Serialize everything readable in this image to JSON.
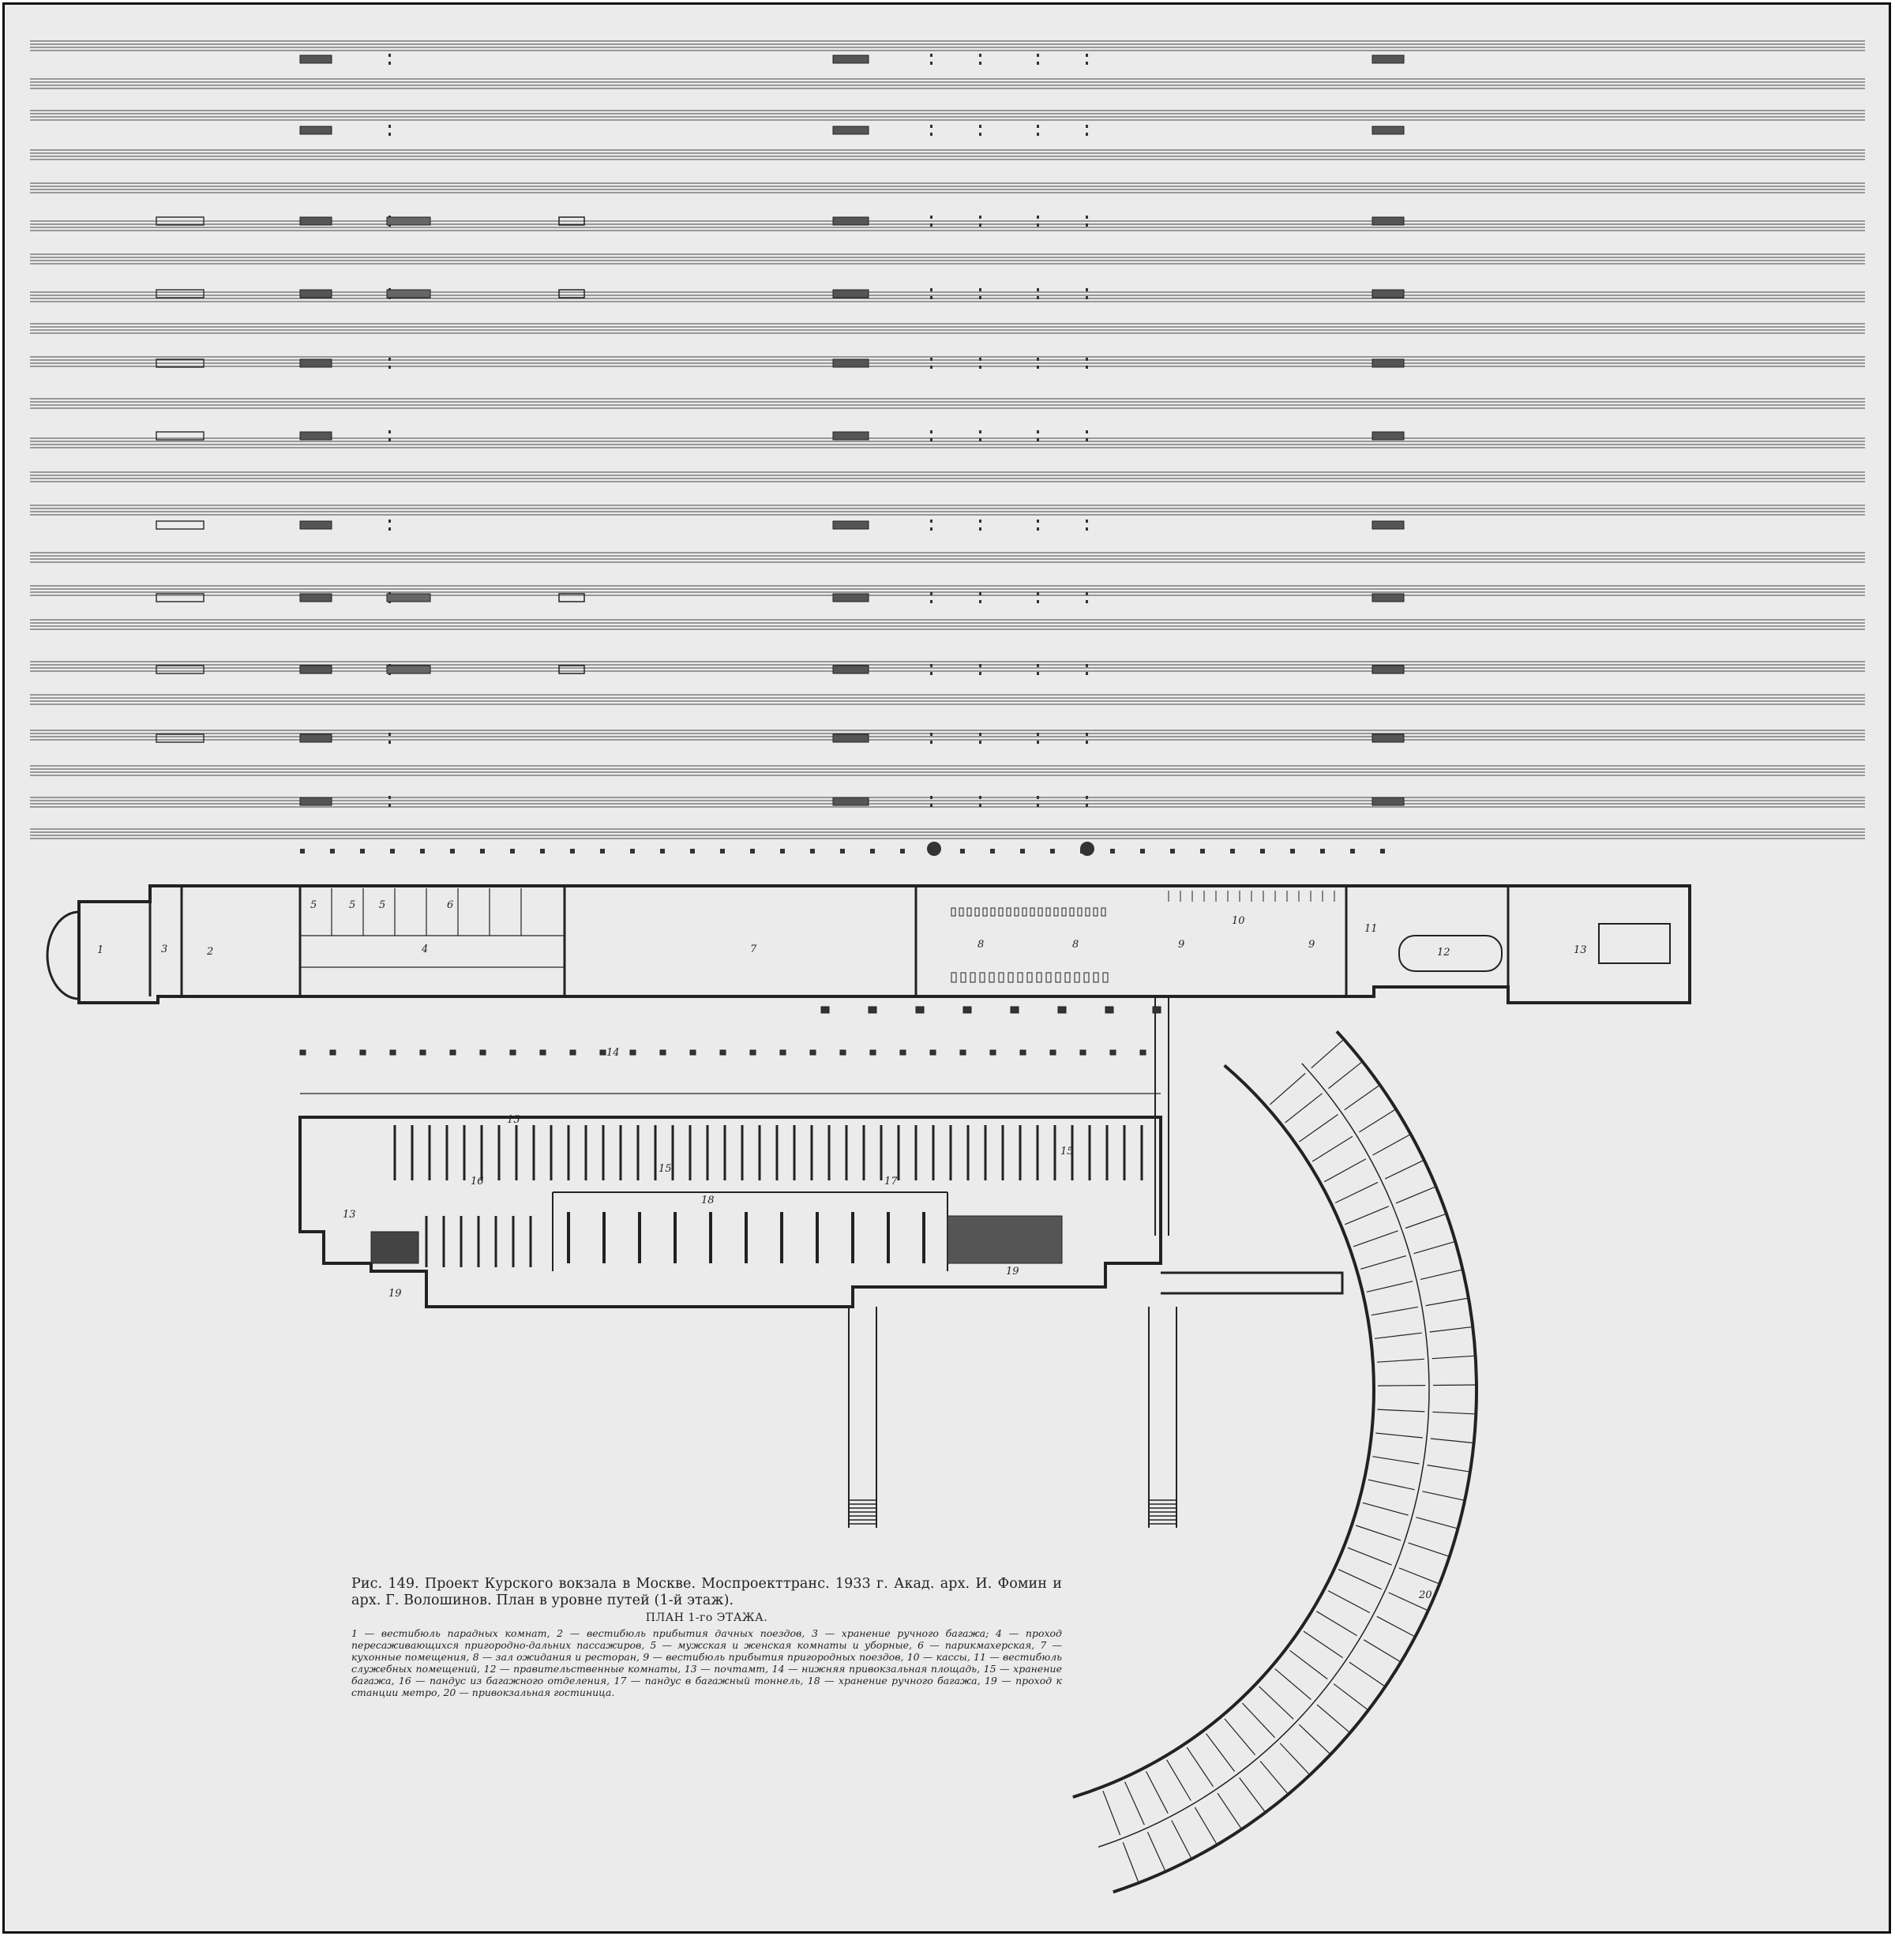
{
  "caption": {
    "title": "Рис. 149. Проект Курского вокзала в Москве. Моспроекттранс. 1933 г. Акад. арх. И. Фомин и арх. Г. Волошинов. План в уровне путей (1-й этаж).",
    "subtitle": "ПЛАН 1-го ЭТАЖА.",
    "legend": [
      "1 — вестибюль парадных комнат,",
      "2 — вестибюль прибытия дачных поездов,",
      "3 — хранение ручного багажа;",
      "4 — проход пересаживающихся пригородно-дальних пассажиров,",
      "5 — мужская и женская комнаты и уборные,",
      "6 — парикмахерская,",
      "7 — кухонные помещения,",
      "8 — зал ожидания и ресторан,",
      "9 — вестибюль прибытия пригородных поездов,",
      "10 — кассы,",
      "11 — вестибюль служебных помещений,",
      "12 — правительственные комнаты,",
      "13 — почтамт,",
      "14 — нижняя привокзальная площадь,",
      "15 — хранение багажа,",
      "16 — пандус из багажного отделения,",
      "17 — пандус в багажный тоннель,",
      "18 — хранение ручного багажа,",
      "19 — проход к станции метро,",
      "20 — привокзальная гостиница."
    ]
  },
  "plan_labels": {
    "r1": "1",
    "r2": "2",
    "r3": "3",
    "r4": "4",
    "r5a": "5",
    "r5b": "5",
    "r5c": "5",
    "r6": "6",
    "r7": "7",
    "r8a": "8",
    "r8b": "8",
    "r9a": "9",
    "r9b": "9",
    "r10": "10",
    "r11": "11",
    "r12": "12",
    "r13": "13",
    "r14": "14",
    "r15a": "15",
    "r15b": "15",
    "r15c": "15",
    "r16": "16",
    "r17": "17",
    "r18": "18",
    "r13b": "13",
    "r19a": "19",
    "r19b": "19",
    "r20": "20"
  }
}
